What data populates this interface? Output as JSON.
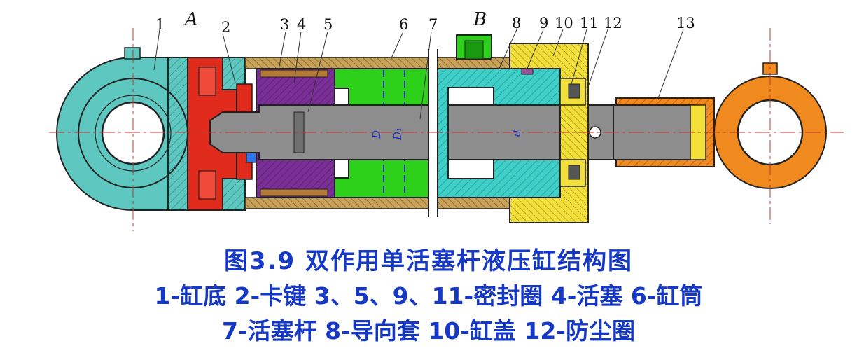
{
  "diagram": {
    "part_numbers": [
      "1",
      "2",
      "3",
      "4",
      "5",
      "6",
      "7",
      "8",
      "9",
      "10",
      "11",
      "12",
      "13"
    ],
    "port_labels": [
      "A",
      "B"
    ],
    "dimension_labels": [
      "D",
      "D₁",
      "d"
    ],
    "colors": {
      "cylinder_bottom": "#5ec8c0",
      "key_red": "#e02a1c",
      "piston_purple": "#7a2f96",
      "rod_gray": "#8d8d8d",
      "barrel_green": "#2ed11a",
      "guide_cyan": "#3ecfc8",
      "cover_yellow": "#f2df3a",
      "rod_end_orange": "#f08a1e",
      "barrel_wall": "#c9a25a",
      "outline": "#222222",
      "caption_blue": "#1538c6"
    }
  },
  "caption": {
    "title": "图3.9 双作用单活塞杆液压缸结构图",
    "line1": "1-缸底 2-卡键 3、5、9、11-密封圈 4-活塞 6-缸筒",
    "line2": "7-活塞杆 8-导向套 10-缸盖 12-防尘圈"
  }
}
